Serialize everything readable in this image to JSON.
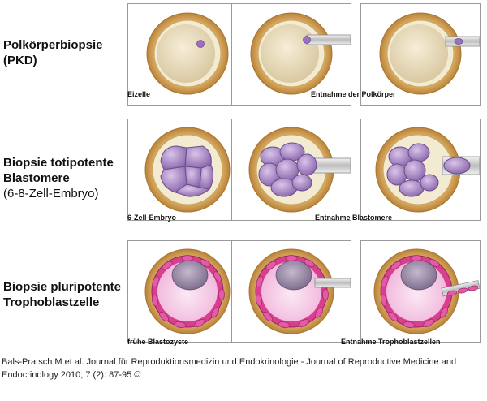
{
  "rows": [
    {
      "title_line1": "Polkörperbiopsie",
      "title_line2": "(PKD)",
      "title_sub": "",
      "caption_left": "Eizelle",
      "caption_right": "Entnahme der Polkörper"
    },
    {
      "title_line1": "Biopsie totipotente",
      "title_line2": "Blastomere",
      "title_sub": "(6-8-Zell-Embryo)",
      "caption_left": "6-Zell-Embryo",
      "caption_right": "Entnahme Blastomere"
    },
    {
      "title_line1": "Biopsie pluripotente",
      "title_line2": "Trophoblastzelle",
      "title_sub": "",
      "caption_left": "frühe Blastozyste",
      "caption_right": "Entnahme Trophoblastzellen"
    }
  ],
  "citation": "Bals-Pratsch M et al. Journal für Reproduktionsmedizin und Endokrinologie - Journal of Reproductive Medicine and Endocrinology 2010; 7 (2): 87-95 ©",
  "colors": {
    "zona": "#d8a65a",
    "oocyte": "#efe3c4",
    "blastomere": "#a98ac2",
    "trophoblast": "#d63aa0",
    "pipette": "#dcdcdc"
  }
}
